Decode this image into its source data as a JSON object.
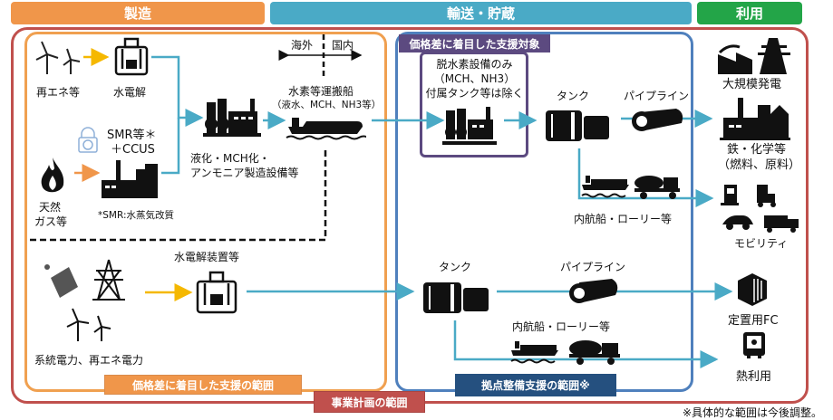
{
  "headers": {
    "manufacturing": "製造",
    "transport_storage": "輸送・貯蔵",
    "utilization": "利用"
  },
  "tags": {
    "price_gap_target": "価格差に着目した支援対象",
    "price_gap_scope": "価格差に着目した支援の範囲",
    "business_plan_scope": "事業計画の範囲",
    "base_development_scope": "拠点整備支援の範囲※"
  },
  "manufacturing": {
    "renewable": "再エネ等",
    "electrolysis": "水電解",
    "smr_line1": "SMR等＊",
    "smr_line2": "＋CCUS",
    "natural_gas_line1": "天然",
    "natural_gas_line2": "ガス等",
    "smr_note": "*SMR:水蒸気改質",
    "conversion_line1": "液化・MCH化・",
    "conversion_line2": "アンモニア製造設備等",
    "overseas": "海外",
    "domestic": "国内",
    "carrier_line1": "水素等運搬船",
    "carrier_line2": "（液水、MCH、NH3等）",
    "electrolyzer": "水電解装置等",
    "grid_power": "系統電力、再エネ電力"
  },
  "transport": {
    "dehydro_line1": "脱水素設備のみ",
    "dehydro_line2": "（MCH、NH3）",
    "dehydro_line3": "付属タンク等は除く",
    "tank_upper": "タンク",
    "pipeline_upper": "パイプライン",
    "coastal_upper": "内航船・ローリー等",
    "tank_lower": "タンク",
    "pipeline_lower": "パイプライン",
    "coastal_lower": "内航船・ローリー等"
  },
  "utilization": {
    "power_generation": "大規模発電",
    "industry_line1": "鉄・化学等",
    "industry_line2": "（燃料、原料）",
    "mobility": "モビリティ",
    "stationary_fc": "定置用FC",
    "heat": "熱利用"
  },
  "footnote": "※具体的な範囲は今後調整。",
  "colors": {
    "manufacturing": "#f0964a",
    "transport": "#4aaac6",
    "utilization": "#23a548",
    "business_plan": "#c0504d",
    "base_frame": "#4f80bd",
    "target": "#5c4a80",
    "base_tag": "#25507f",
    "flow_arrow": "#4aaac6",
    "input_arrow_renewable": "#f5b800",
    "input_arrow_gas": "#f0964a"
  }
}
